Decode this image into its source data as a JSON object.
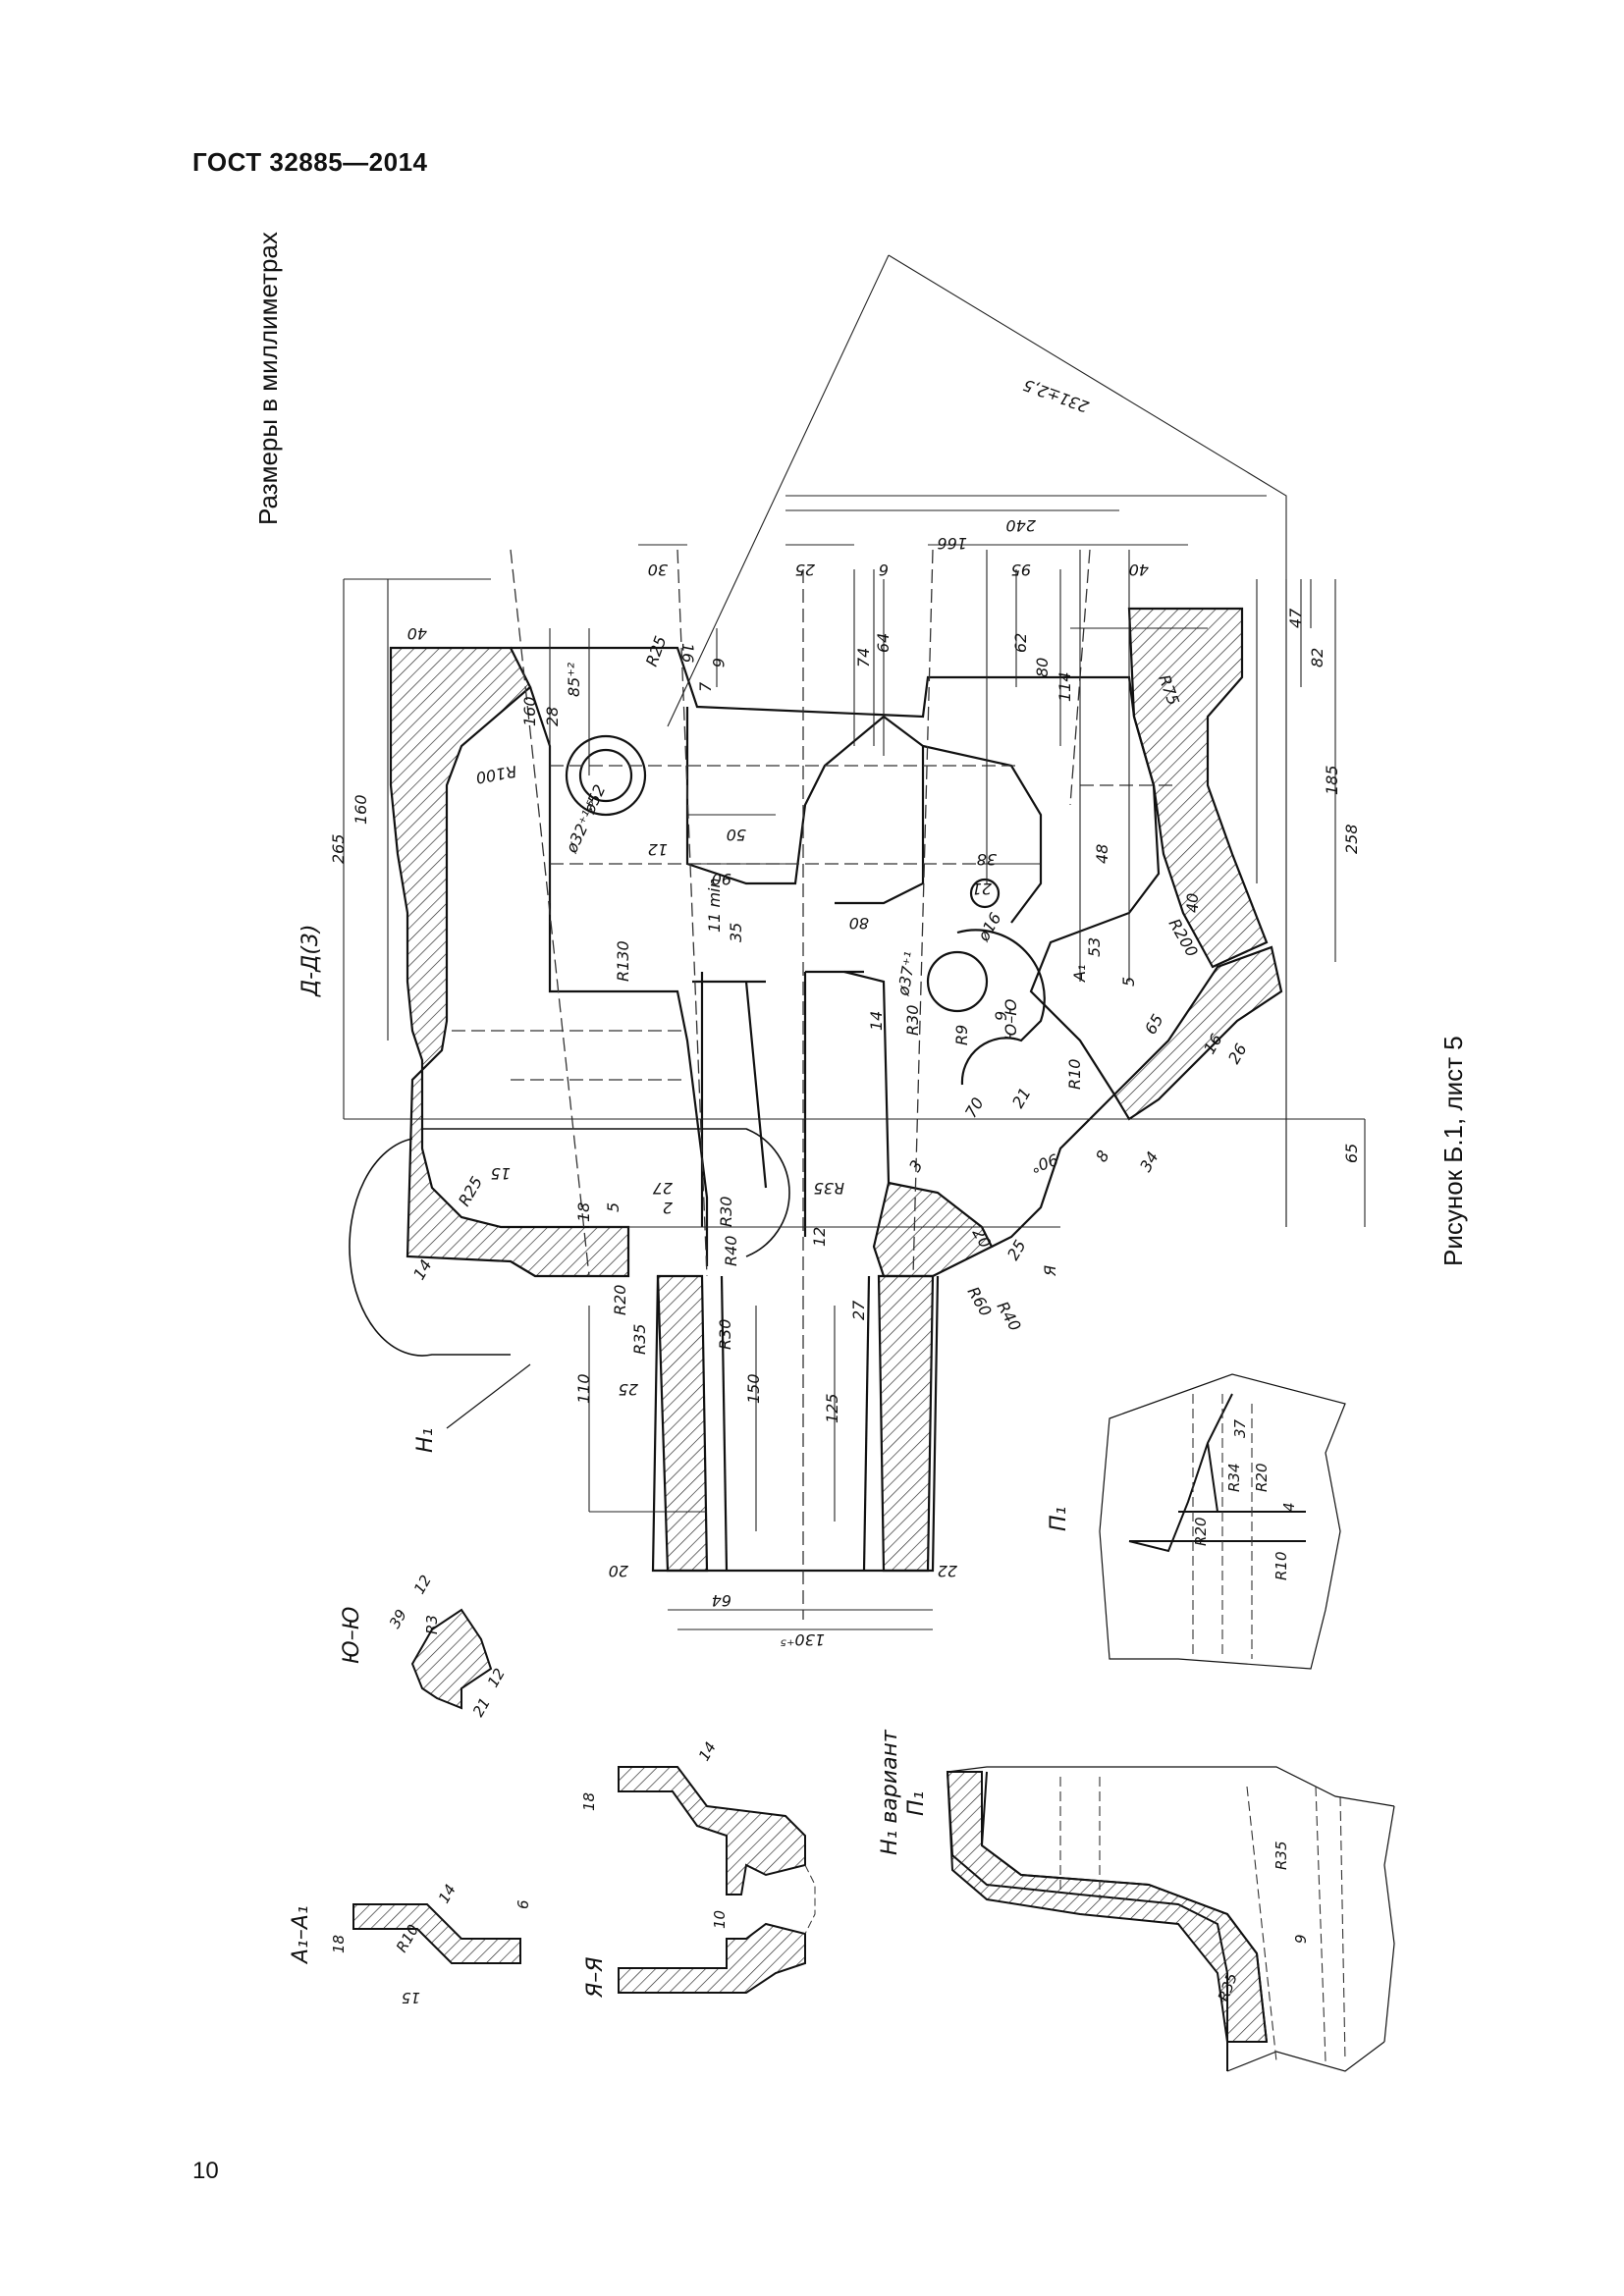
{
  "header": {
    "standard": "ГОСТ 32885—2014"
  },
  "units_note": "Размеры в миллиметрах",
  "figure_caption": "Рисунок Б.1, лист 5",
  "page_number": "10",
  "views": {
    "main": "Д-Д(3)",
    "section_A1": "A₁–A₁",
    "section_Ya": "Я–Я",
    "section_Yu": "Ю–Ю",
    "detail_P1": "П₁",
    "variant": "Н₁ вариант",
    "variant_p": "П₁",
    "leader_H1": "Н₁"
  },
  "dimensions": {
    "d231": "231±2,5",
    "d240": "240",
    "d166": "166",
    "d95": "95",
    "d40a": "40",
    "d25": "25",
    "d6": "6",
    "d30": "30",
    "d40b": "40",
    "d16": "16",
    "d6b": "6",
    "dR25": "R25",
    "d85": "85⁺²",
    "d160": "160",
    "d28": "28",
    "d7": "7",
    "d74": "74",
    "d64": "64",
    "d62": "62",
    "d80": "80",
    "d114": "114",
    "d47": "47",
    "d82": "82",
    "d185": "185",
    "d258": "258",
    "dR75": "R75",
    "dR100": "R100",
    "dphi52": "ø52",
    "dphi32": "ø32⁺¹·⁵",
    "d12": "12",
    "d50": "50",
    "d90": "90",
    "d38": "38",
    "d48": "48",
    "d21": "21",
    "d40c": "40",
    "d160b": "160",
    "d265": "265",
    "dR130": "R130",
    "d11min": "11 min",
    "d35": "35",
    "d80b": "80",
    "dphi16": "ø16",
    "dphi37": "ø37⁺¹",
    "dA1": "A₁",
    "d53": "53",
    "d5": "5",
    "dR200": "R200",
    "d65a": "65",
    "d16b": "16",
    "d26": "26",
    "dR30": "R30",
    "dR9": "R9",
    "dYuYu": "Ю–Ю",
    "d9": "9",
    "d14": "14",
    "dR10": "R10",
    "d21b": "21",
    "d70": "70",
    "d90deg": "90°",
    "d8": "8",
    "d34": "34",
    "d65b": "65",
    "d15": "15",
    "dR25b": "R25",
    "d18": "18",
    "d5b": "5",
    "d2": "2",
    "d27": "27",
    "dR30b": "R30",
    "dR40": "R40",
    "dR35": "R35",
    "d12b": "12",
    "d3": "3",
    "d20": "20",
    "d25b": "25",
    "dYa": "Я",
    "d14b": "14",
    "dR20": "R20",
    "dR35b": "R35",
    "dR30c": "R30",
    "d25c": "25",
    "d110": "110",
    "d150": "150",
    "d125": "125",
    "d27b": "27",
    "dR60": "R60",
    "dR40b": "R40",
    "d20b": "20",
    "d22": "22",
    "d64b": "64",
    "d130": "130⁺⁵",
    "d37": "37",
    "dR34": "R34",
    "dR20b": "R20",
    "d4": "4",
    "dR20c": "R20",
    "dR10b": "R10",
    "d39": "39",
    "d12c": "12",
    "dR3": "R3",
    "d12d": "12",
    "d21c": "21",
    "d18b": "18",
    "d14c": "14",
    "d10": "10",
    "d6c": "6",
    "d14d": "14",
    "d18c": "18",
    "dR10c": "R10",
    "d15b": "15",
    "d9b": "9",
    "dR35c": "R35",
    "dR35d": "R35"
  }
}
